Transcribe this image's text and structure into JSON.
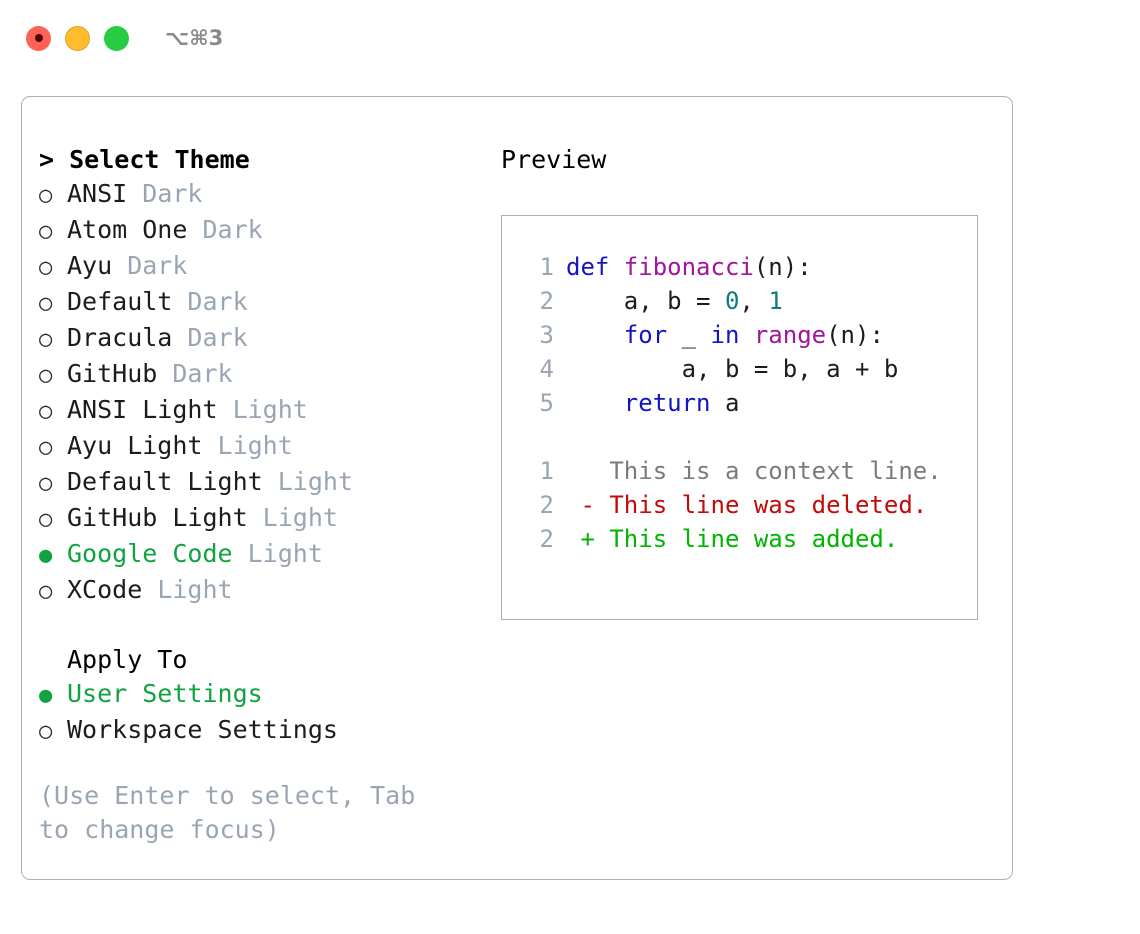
{
  "titlebar": {
    "shortcut": "⌥⌘3",
    "buttons": {
      "close": "close-button",
      "minimize": "minimize-button",
      "zoom": "zoom-button"
    }
  },
  "theme_list": {
    "heading": "Select Theme",
    "caret": ">",
    "bullet_selected": "●",
    "bullet_unselected": "○",
    "items": [
      {
        "name": "ANSI",
        "variant": "Dark",
        "selected": false
      },
      {
        "name": "Atom One",
        "variant": "Dark",
        "selected": false
      },
      {
        "name": "Ayu",
        "variant": "Dark",
        "selected": false
      },
      {
        "name": "Default",
        "variant": "Dark",
        "selected": false
      },
      {
        "name": "Dracula",
        "variant": "Dark",
        "selected": false
      },
      {
        "name": "GitHub",
        "variant": "Dark",
        "selected": false
      },
      {
        "name": "ANSI Light",
        "variant": "Light",
        "selected": false
      },
      {
        "name": "Ayu Light",
        "variant": "Light",
        "selected": false
      },
      {
        "name": "Default Light",
        "variant": "Light",
        "selected": false
      },
      {
        "name": "GitHub Light",
        "variant": "Light",
        "selected": false
      },
      {
        "name": "Google Code",
        "variant": "Light",
        "selected": true
      },
      {
        "name": "XCode",
        "variant": "Light",
        "selected": false
      }
    ]
  },
  "apply_to": {
    "heading": "Apply To",
    "items": [
      {
        "name": "User Settings",
        "selected": true
      },
      {
        "name": "Workspace Settings",
        "selected": false
      }
    ]
  },
  "hint": "(Use Enter to select, Tab to change focus)",
  "preview": {
    "title": "Preview",
    "code_lines": [
      {
        "no": "1",
        "tokens": [
          {
            "t": "def ",
            "c": "kw"
          },
          {
            "t": "fibonacci",
            "c": "fn"
          },
          {
            "t": "(n):",
            "c": "plain"
          }
        ]
      },
      {
        "no": "2",
        "tokens": [
          {
            "t": "    a, b = ",
            "c": "plain"
          },
          {
            "t": "0",
            "c": "num"
          },
          {
            "t": ", ",
            "c": "plain"
          },
          {
            "t": "1",
            "c": "num"
          }
        ]
      },
      {
        "no": "3",
        "tokens": [
          {
            "t": "    for ",
            "c": "kw"
          },
          {
            "t": "_ ",
            "c": "plain"
          },
          {
            "t": "in ",
            "c": "kw"
          },
          {
            "t": "range",
            "c": "fn"
          },
          {
            "t": "(n):",
            "c": "plain"
          }
        ]
      },
      {
        "no": "4",
        "tokens": [
          {
            "t": "        a, b = b, a + b",
            "c": "plain"
          }
        ]
      },
      {
        "no": "5",
        "tokens": [
          {
            "t": "    return ",
            "c": "kw"
          },
          {
            "t": "a",
            "c": "plain"
          }
        ]
      }
    ],
    "diff_lines": [
      {
        "no": "1",
        "marker": " ",
        "text": "This is a context line.",
        "kind": "ctx"
      },
      {
        "no": "2",
        "marker": "-",
        "text": "This line was deleted.",
        "kind": "del"
      },
      {
        "no": "2",
        "marker": "+",
        "text": "This line was added.",
        "kind": "add"
      }
    ]
  },
  "colors": {
    "accent_green": "#12a341",
    "muted": "#9aa5b4",
    "border": "#a9b2c1",
    "keyword": "#1414c4",
    "function": "#a0169c",
    "number": "#0d7c7c",
    "diff_added": "#00b400",
    "diff_deleted": "#c10a0a",
    "diff_context": "#7b7b7b"
  }
}
